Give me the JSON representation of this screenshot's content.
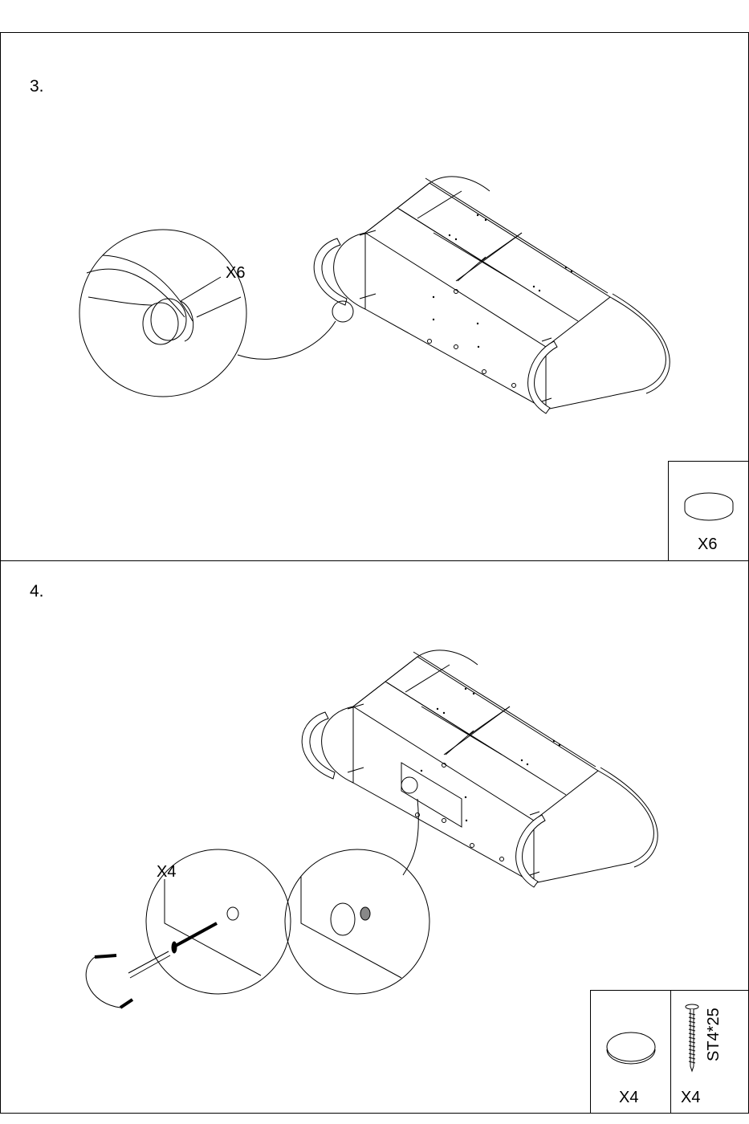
{
  "steps": [
    {
      "number": "3.",
      "callout_qty": "X6",
      "parts": [
        {
          "icon": "felt-pad-icon",
          "qty": "X6"
        }
      ]
    },
    {
      "number": "4.",
      "callout_qty": "X4",
      "parts": [
        {
          "icon": "cover-cap-icon",
          "qty": "X4"
        },
        {
          "icon": "screw-icon",
          "qty": "X4",
          "spec": "ST4*25"
        }
      ]
    }
  ]
}
